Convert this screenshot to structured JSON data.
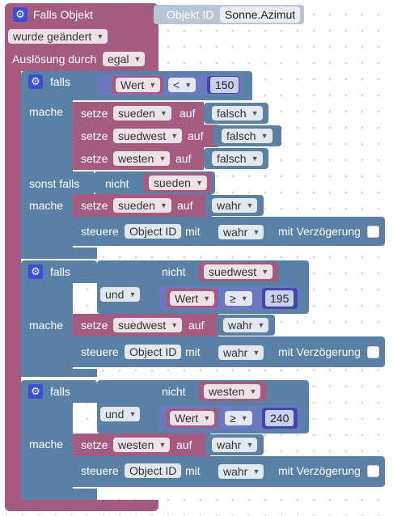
{
  "event": {
    "title": "Falls Objekt",
    "object_label": "Objekt ID",
    "object_value": "Sonne.Azimut",
    "changed": "wurde geändert",
    "trigger_label": "Auslösung durch",
    "trigger_value": "egal"
  },
  "if1": {
    "falls": "falls",
    "compare_var": "Wert",
    "compare_op": "<",
    "compare_num": "150",
    "mache": "mache",
    "actions": [
      {
        "setze": "setze",
        "var": "sueden",
        "auf": "auf",
        "value": "falsch"
      },
      {
        "setze": "setze",
        "var": "suedwest",
        "auf": "auf",
        "value": "falsch"
      },
      {
        "setze": "setze",
        "var": "westen",
        "auf": "auf",
        "value": "falsch"
      }
    ],
    "elseif": "sonst falls",
    "nicht": "nicht",
    "elseif_var": "sueden",
    "mache2": "mache",
    "setze2": "setze",
    "var2": "sueden",
    "auf2": "auf",
    "value2": "wahr",
    "steuere": "steuere",
    "object": "Object ID",
    "mit": "mit",
    "ctrl_value": "wahr",
    "delay": "mit Verzögerung"
  },
  "if2": {
    "falls": "falls",
    "nicht": "nicht",
    "var": "suedwest",
    "und": "und",
    "compare_var": "Wert",
    "compare_op": "≥",
    "compare_num": "195",
    "mache": "mache",
    "setze": "setze",
    "set_var": "suedwest",
    "auf": "auf",
    "set_value": "wahr",
    "steuere": "steuere",
    "object": "Object ID",
    "mit": "mit",
    "ctrl_value": "wahr",
    "delay": "mit Verzögerung"
  },
  "if3": {
    "falls": "falls",
    "nicht": "nicht",
    "var": "westen",
    "und": "und",
    "compare_var": "Wert",
    "compare_op": "≥",
    "compare_num": "240",
    "mache": "mache",
    "setze": "setze",
    "set_var": "westen",
    "auf": "auf",
    "set_value": "wahr",
    "steuere": "steuere",
    "object": "Object ID",
    "mit": "mit",
    "ctrl_value": "wahr",
    "delay": "mit Verzögerung"
  },
  "colors": {
    "event": "#a55b80",
    "logic": "#5b80a5",
    "math": "#5b67a5",
    "gear": "#3a4fd6"
  },
  "icons": {
    "gear": "gear-icon",
    "dropdown": "chevron-down-icon"
  }
}
